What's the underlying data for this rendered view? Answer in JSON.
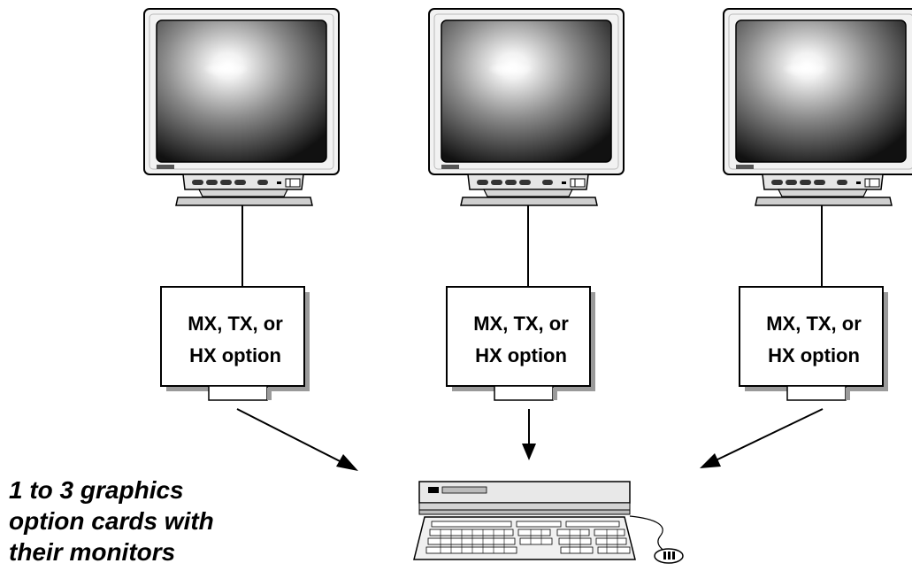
{
  "cards": [
    {
      "line1": "MX, TX, or",
      "line2": "HX option"
    },
    {
      "line1": "MX, TX, or",
      "line2": "HX option"
    },
    {
      "line1": "MX, TX, or",
      "line2": "HX option"
    }
  ],
  "caption": {
    "line1": "1 to 3 graphics",
    "line2": "option cards with",
    "line3": "their monitors"
  },
  "colors": {
    "ink": "#000000",
    "shadow": "#9a9a9a",
    "paper": "#ffffff"
  },
  "icons": {
    "display": "crt-monitor-icon",
    "host": "workstation-icon",
    "input": "keyboard-icon",
    "pointer": "mouse-icon"
  }
}
